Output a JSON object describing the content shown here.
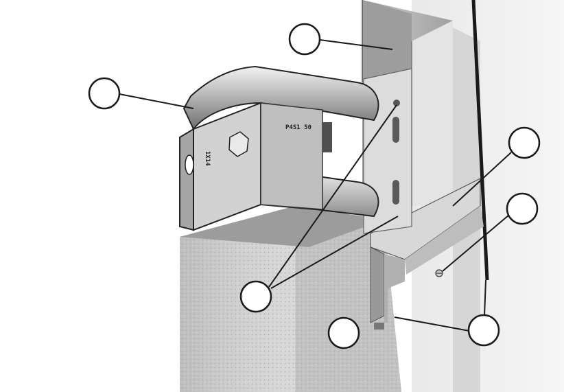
{
  "figure": {
    "bracket_marking_top": "P4S1 50",
    "bracket_marking_side": "1X14"
  },
  "callouts": [
    {
      "id": "callout-1",
      "label": ""
    },
    {
      "id": "callout-2",
      "label": ""
    },
    {
      "id": "callout-3",
      "label": ""
    },
    {
      "id": "callout-4",
      "label": ""
    },
    {
      "id": "callout-5",
      "label": ""
    },
    {
      "id": "callout-6",
      "label": ""
    },
    {
      "id": "callout-7",
      "label": ""
    }
  ],
  "colors": {
    "outline": "#1a1a1a",
    "metal_light": "#e6e6e6",
    "metal_mid": "#b5b5b5",
    "metal_dark": "#6e6e6e",
    "insulation": "#c7c7c7",
    "wall": "#f1f1f1"
  }
}
